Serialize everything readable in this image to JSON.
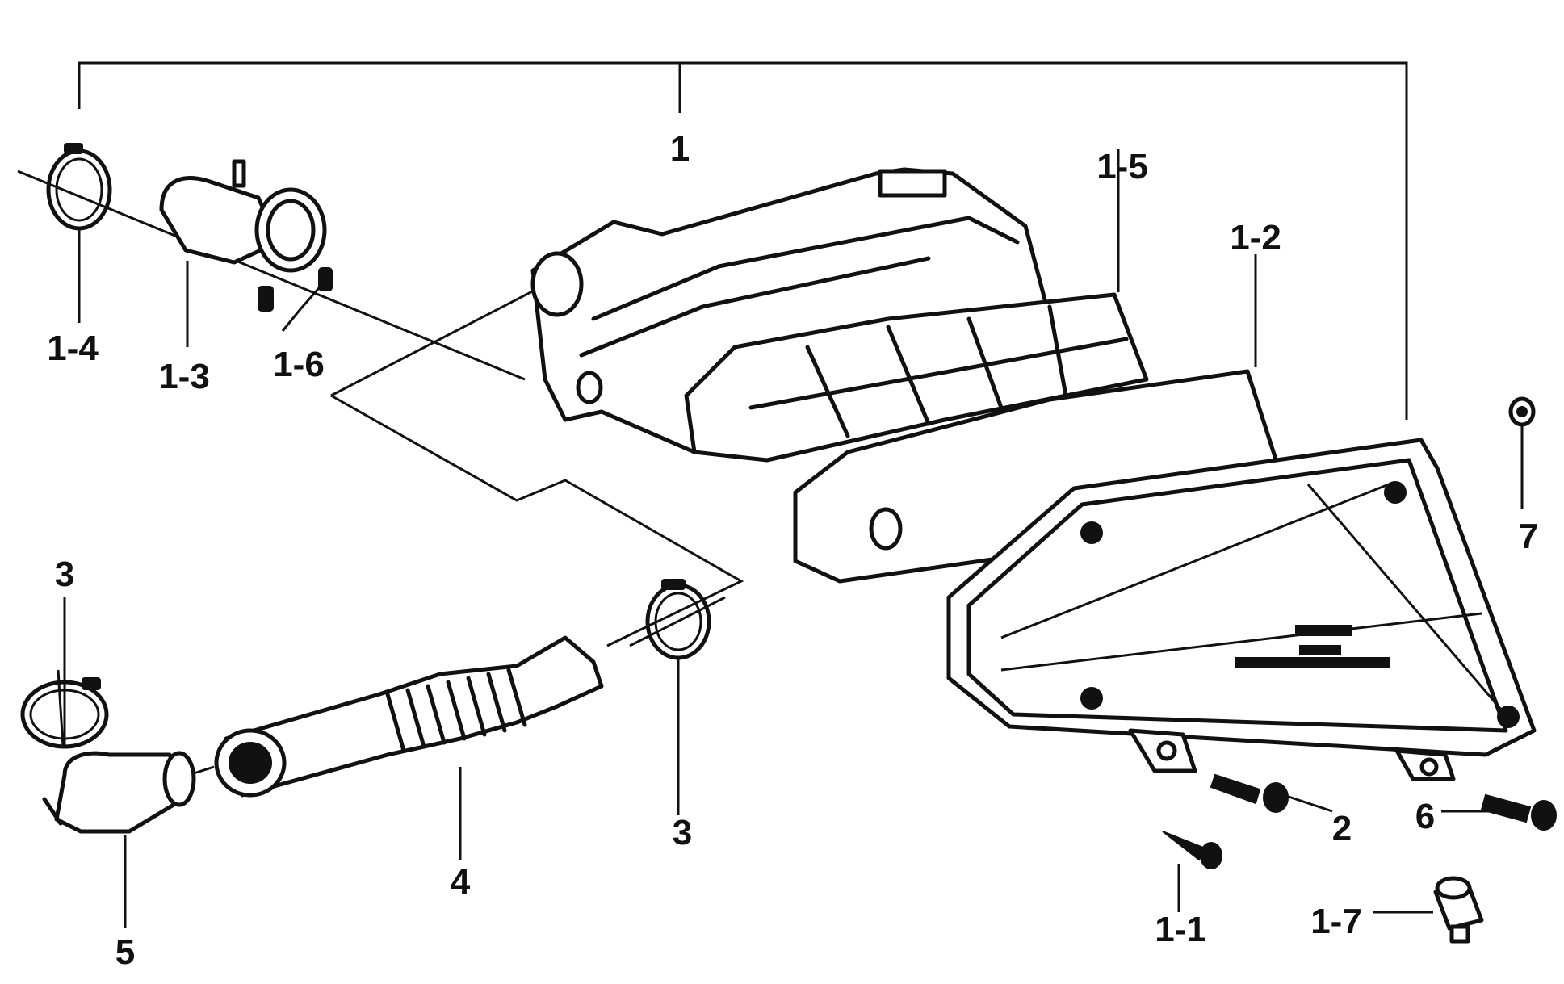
{
  "diagram": {
    "labels": {
      "p1": "1",
      "p1_1": "1-1",
      "p1_2": "1-2",
      "p1_3": "1-3",
      "p1_4": "1-4",
      "p1_5": "1-5",
      "p1_6": "1-6",
      "p1_7": "1-7",
      "p2": "2",
      "p3_left": "3",
      "p3_right": "3",
      "p4": "4",
      "p5": "5",
      "p6": "6",
      "p7": "7"
    }
  }
}
